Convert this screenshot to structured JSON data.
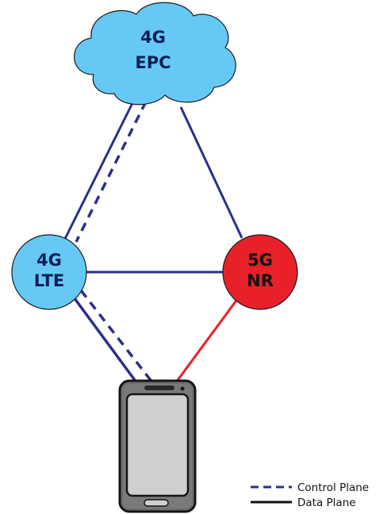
{
  "nodes": {
    "epc": {
      "line1": "4G",
      "line2": "EPC",
      "fill": "#66c9f5"
    },
    "lte": {
      "line1": "4G",
      "line2": "LTE",
      "fill": "#66c9f5"
    },
    "nr": {
      "line1": "5G",
      "line2": "NR",
      "fill": "#e8202a"
    }
  },
  "device": {
    "icon": "smartphone-icon"
  },
  "colors": {
    "link": "#2b2f8c",
    "nr_link": "#e8202a",
    "node_stroke": "#1a1a1a",
    "label_on_blue": "#0c1f55",
    "label_on_red": "#111111"
  },
  "legend": {
    "control_plane": "Control Plane",
    "data_plane": "Data Plane"
  }
}
